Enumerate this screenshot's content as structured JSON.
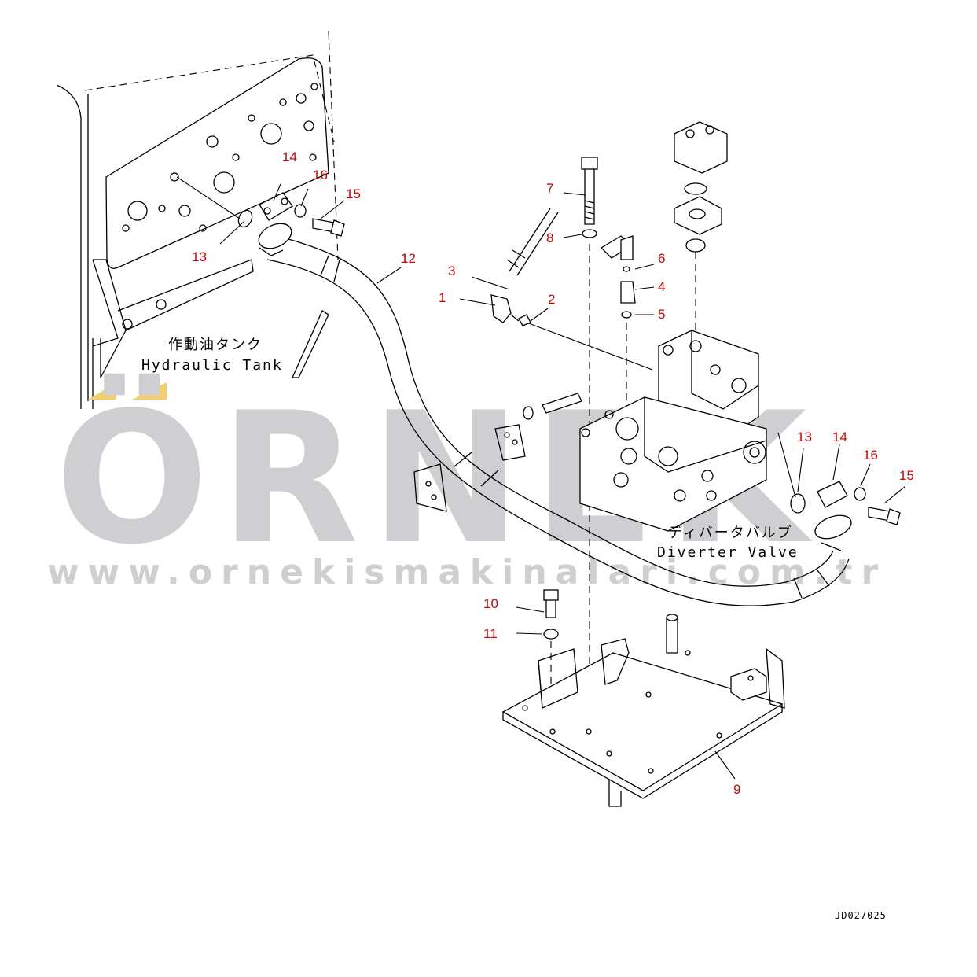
{
  "labels": {
    "tank_jp": "作動油タンク",
    "tank_en": "Hydraulic Tank",
    "valve_jp": "ディバータバルブ",
    "valve_en": "Diverter Valve"
  },
  "callouts": {
    "c1": "1",
    "c2": "2",
    "c3": "3",
    "c4": "4",
    "c5": "5",
    "c6": "6",
    "c7": "7",
    "c8": "8",
    "c9": "9",
    "c10": "10",
    "c11": "11",
    "c12": "12",
    "c13a": "13",
    "c14a": "14",
    "c15a": "15",
    "c16a": "16",
    "c13b": "13",
    "c14b": "14",
    "c15b": "15",
    "c16b": "16"
  },
  "watermark": {
    "brand": "ÖRNEK",
    "url": "www.ornekismakinalari.com.tr",
    "accent_color": "#f2cf6f",
    "gray_color": "#cfcfd2"
  },
  "doc_id": "JD027025",
  "callout_color": "#cc0000"
}
